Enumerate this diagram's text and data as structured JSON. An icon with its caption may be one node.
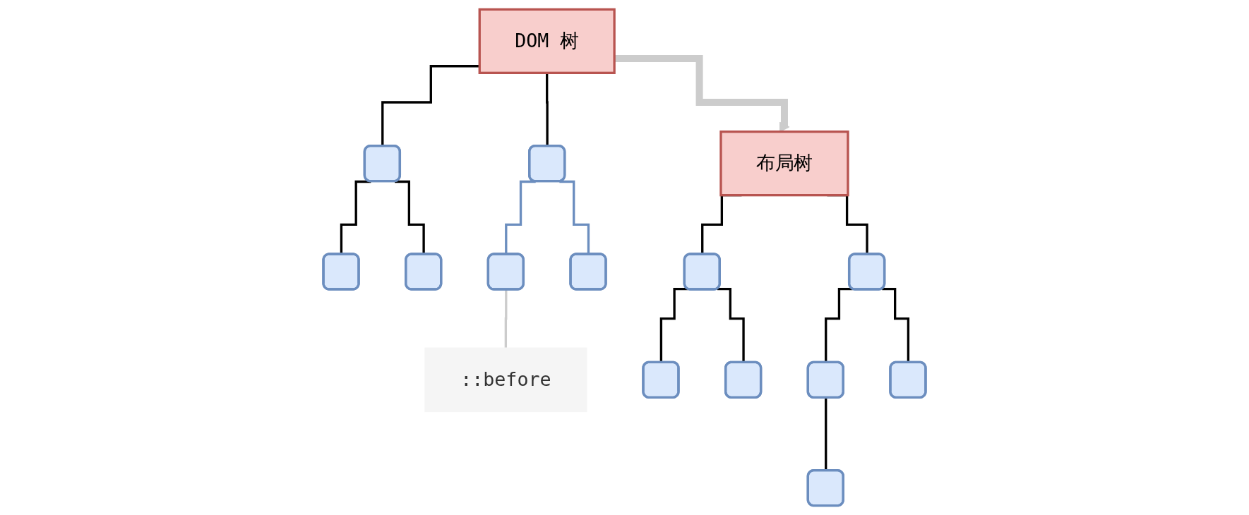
{
  "diagram": {
    "nodes": [
      {
        "text": [
          "DOM 树"
        ]
      },
      {
        "text": [],
        "shape": "box"
      },
      {
        "text": [],
        "shape": "box"
      },
      {
        "text": [],
        "shape": "box"
      },
      {
        "text": [],
        "shape": "box"
      },
      {
        "text": [],
        "shape": "box"
      },
      {
        "text": [],
        "shape": "box"
      },
      {
        "text": [
          "::before"
        ]
      },
      {
        "text": [
          "布局树"
        ]
      },
      {
        "text": [],
        "shape": "box"
      },
      {
        "text": [],
        "shape": "box"
      },
      {
        "text": [],
        "shape": "box"
      },
      {
        "text": [],
        "shape": "box"
      },
      {
        "text": [],
        "shape": "box"
      },
      {
        "text": [],
        "shape": "box"
      },
      {
        "text": [],
        "shape": "box"
      }
    ],
    "edges": [
      {
        "from": 0,
        "to": 1,
        "arrow": "none"
      },
      {
        "from": 0,
        "to": 2,
        "arrow": "none"
      },
      {
        "from": 1,
        "to": 3,
        "arrow": "none"
      },
      {
        "from": 1,
        "to": 4,
        "arrow": "none"
      },
      {
        "from": 2,
        "to": 5,
        "arrow": "none",
        "color": "#6c8ebf"
      },
      {
        "from": 2,
        "to": 6,
        "arrow": "none",
        "color": "#6c8ebf"
      },
      {
        "from": 5,
        "to": 7,
        "arrow": "none",
        "color": "#cccccc"
      },
      {
        "from": 0,
        "to": 8,
        "arrow": "to",
        "style": "thick",
        "color": "#cccccc"
      },
      {
        "from": 8,
        "to": 9,
        "arrow": "none"
      },
      {
        "from": 8,
        "to": 10,
        "arrow": "none"
      },
      {
        "from": 9,
        "to": 11,
        "arrow": "none"
      },
      {
        "from": 9,
        "to": 12,
        "arrow": "none"
      },
      {
        "from": 10,
        "to": 13,
        "arrow": "none"
      },
      {
        "from": 10,
        "to": 14,
        "arrow": "none"
      },
      {
        "from": 13,
        "to": 15,
        "arrow": "none"
      }
    ]
  }
}
